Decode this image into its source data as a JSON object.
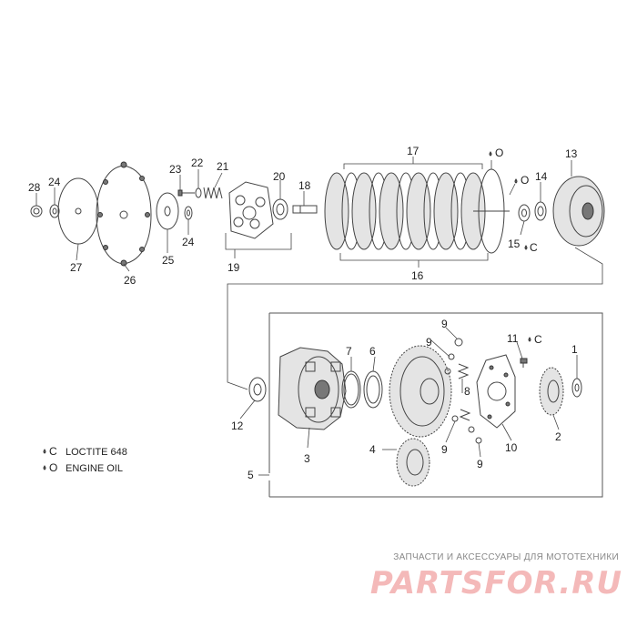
{
  "callouts": {
    "c1": "1",
    "c2": "2",
    "c3": "3",
    "c4": "4",
    "c5": "5",
    "c6": "6",
    "c7": "7",
    "c8": "8",
    "c9a": "9",
    "c9b": "9",
    "c9c": "9",
    "c9d": "9",
    "c10": "10",
    "c11": "11",
    "c12": "12",
    "c13": "13",
    "c14": "14",
    "c15": "15",
    "c16": "16",
    "c17": "17",
    "c18": "18",
    "c19": "19",
    "c20": "20",
    "c21": "21",
    "c22": "22",
    "c23": "23",
    "c24a": "24",
    "c24b": "24",
    "c25": "25",
    "c26": "26",
    "c27": "27",
    "c28": "28"
  },
  "symbols": {
    "loctite_symbol": "C",
    "oil_symbol": "O"
  },
  "legend": {
    "loctite": "LOCTITE 648",
    "oil": "ENGINE OIL"
  },
  "watermark": {
    "tagline": "ЗАПЧАСТИ И АКСЕССУАРЫ ДЛЯ МОТОТЕХНИКИ",
    "logo": "PARTSFOR.RU"
  },
  "colors": {
    "line": "#444444",
    "watermark": "#f4b9b9"
  }
}
